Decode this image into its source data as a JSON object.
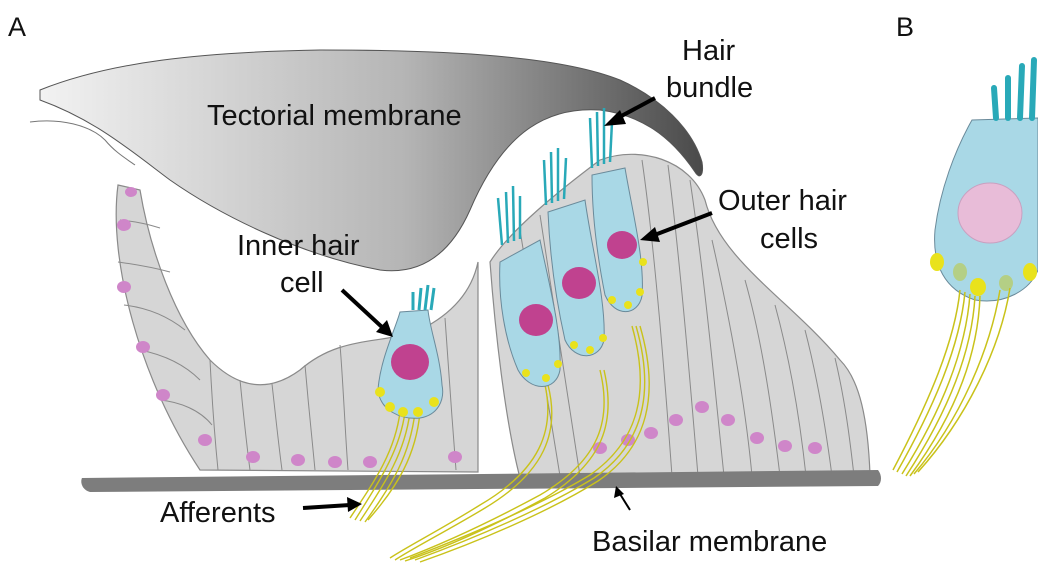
{
  "panels": {
    "a": "A",
    "b": "B"
  },
  "labels": {
    "tectorial_membrane": "Tectorial membrane",
    "hair_bundle_1": "Hair",
    "hair_bundle_2": "bundle",
    "inner_hair_cell_1": "Inner hair",
    "inner_hair_cell_2": "cell",
    "outer_hair_cells_1": "Outer hair",
    "outer_hair_cells_2": "cells",
    "afferents": "Afferents",
    "basilar_membrane": "Basilar membrane"
  },
  "colors": {
    "tissue": "#d6d6d6",
    "tissue_line": "#8a8a8a",
    "hair_cell": "#a9d8e6",
    "nucleus": "#c0428f",
    "nucleus_light": "#e8bcd8",
    "stereocilia": "#29a9b8",
    "synapse": "#e9e21c",
    "fiber": "#c9c21a",
    "support_nucleus": "#cf86c9",
    "basilar": "#7d7d7d"
  }
}
